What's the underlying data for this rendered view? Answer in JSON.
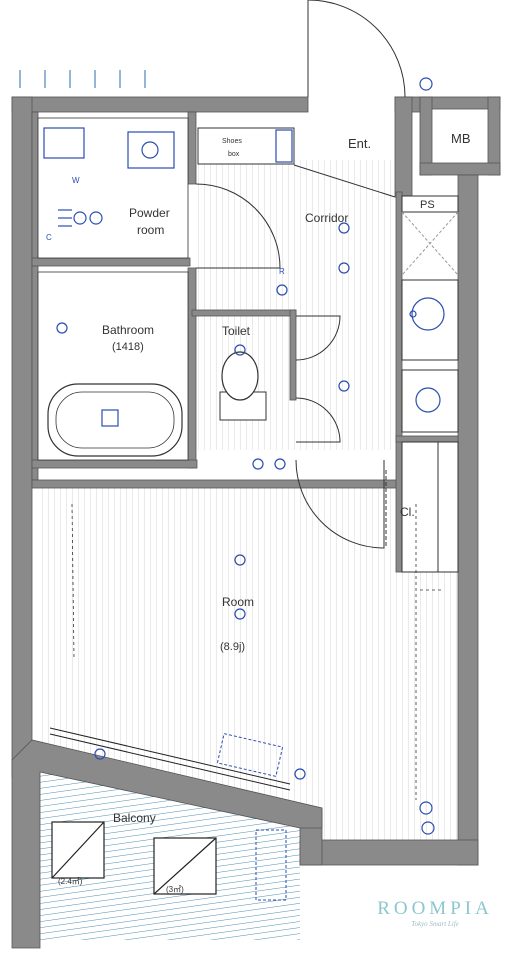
{
  "rooms": {
    "ent": "Ent.",
    "mb": "MB",
    "ps": "PS",
    "shoes_box": [
      "Shoes",
      "box"
    ],
    "powder_room": [
      "Powder",
      "room"
    ],
    "corridor": "Corridor",
    "bathroom": [
      "Bathroom",
      "(1418)"
    ],
    "toilet": "Toilet",
    "cl": "Cl.",
    "room": [
      "Room",
      "(8.9j)"
    ],
    "balcony": "Balcony"
  },
  "small_labels": {
    "mark_c": "C",
    "mark_r": "R",
    "mark_w": "W",
    "ac_left": "(2.4㎡)",
    "ac_right": "(3㎡)"
  },
  "brand": {
    "name": "ROOMPIA",
    "tagline": "Tokyo Smart Life"
  },
  "colors": {
    "wall": "#8a8a8a",
    "wall_edge": "#555555",
    "floor_stripe": "#d7d7d7",
    "fixture_blue": "#2a4db0",
    "balcony_stripe": "#4d8fb0",
    "brand": "#8bc7ce"
  }
}
